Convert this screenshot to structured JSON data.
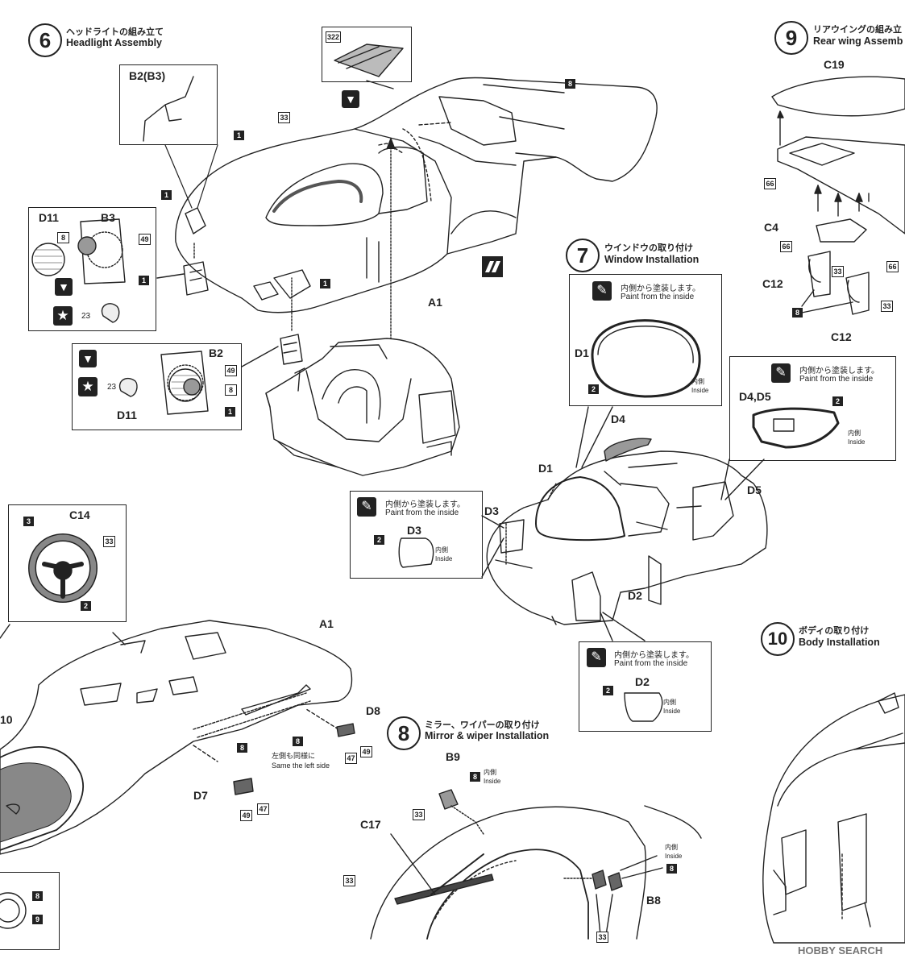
{
  "steps": {
    "s6": {
      "num": "6",
      "jp": "ヘッドライトの組み立て",
      "en": "Headlight  Assembly"
    },
    "s7": {
      "num": "7",
      "jp": "ウインドウの取り付け",
      "en": "Window Installation"
    },
    "s8": {
      "num": "8",
      "jp": "ミラー、ワイパーの取り付け",
      "en": "Mirror & wiper Installation"
    },
    "s9": {
      "num": "9",
      "jp": "リアウイングの組み立",
      "en": "Rear wing Assemb"
    },
    "s10": {
      "num": "10",
      "jp": "ボディの取り付け",
      "en": "Body Installation"
    }
  },
  "paint_note": {
    "jp": "内側から塗装します。",
    "en": "Paint from the inside"
  },
  "inside": {
    "jp": "内側",
    "en": "Inside"
  },
  "same_left": {
    "jp": "左側も同様に",
    "en": "Same the left side"
  },
  "parts": {
    "B2B3": "B2(B3)",
    "A1": "A1",
    "D11": "D11",
    "B3": "B3",
    "B2": "B2",
    "D1": "D1",
    "D2": "D2",
    "D3": "D3",
    "D4": "D4",
    "D5": "D5",
    "D4D5": "D4,D5",
    "C19": "C19",
    "C4": "C4",
    "C12": "C12",
    "C14": "C14",
    "D7": "D7",
    "D8": "D8",
    "B8": "B8",
    "B9": "B9",
    "C17": "C17",
    "ten": "10"
  },
  "colors": {
    "n1": "1",
    "n2": "2",
    "n3": "3",
    "n8": "8",
    "n9": "9",
    "n23": "23",
    "n33": "33",
    "n47": "47",
    "n49": "49",
    "n66": "66",
    "n322": "322"
  },
  "watermark": "HOBBY SEARCH"
}
